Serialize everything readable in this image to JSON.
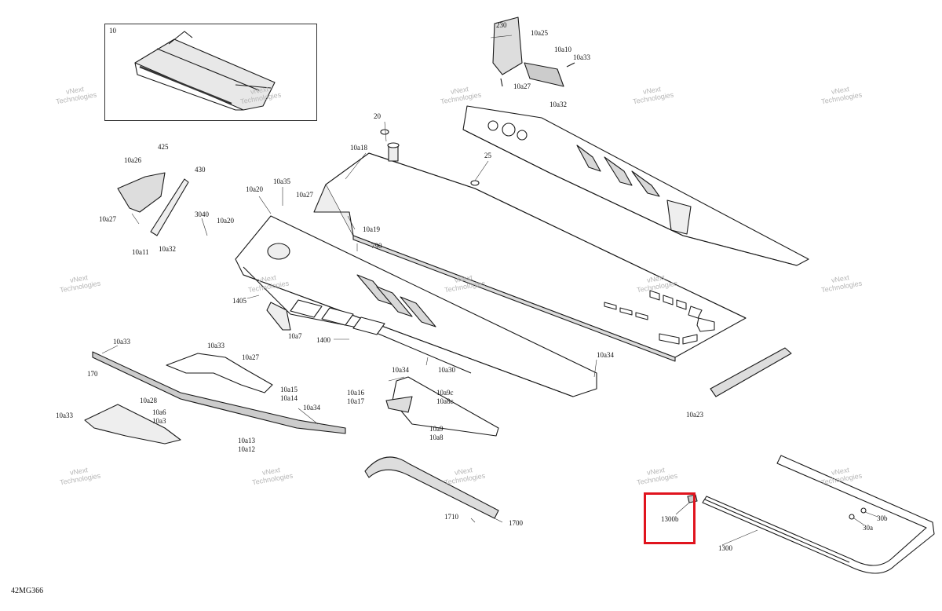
{
  "diagram": {
    "code": "42MG366",
    "watermark": {
      "line1": "vNext",
      "line2": "Technologies"
    },
    "callouts": {
      "c10": "10",
      "c230": "230",
      "c10a25": "10a25",
      "c10a10": "10a10",
      "c10a33_top": "10a33",
      "c10a27_top": "10a27",
      "c10a32_top": "10a32",
      "c20": "20",
      "c10a18": "10a18",
      "c25": "25",
      "c425": "425",
      "c10a26": "10a26",
      "c430": "430",
      "c10a27_left": "10a27",
      "c10a11": "10a11",
      "c10a32_left": "10a32",
      "c3040": "3040",
      "c10a20_a": "10a20",
      "c10a20_b": "10a20",
      "c10a35": "10a35",
      "c10a27_mid": "10a27",
      "c10a19": "10a19",
      "c790": "790",
      "c1405": "1405",
      "c10a7": "10a7",
      "c1400": "1400",
      "c10a33_left": "10a33",
      "c10a33_mid": "10a33",
      "c10a27_low": "10a27",
      "c170": "170",
      "c10a28": "10a28",
      "c10a6": "10a6",
      "c10a3": "10a3",
      "c10a33_far": "10a33",
      "c10a15": "10a15",
      "c10a14": "10a14",
      "c10a34_low": "10a34",
      "c10a13": "10a13",
      "c10a12": "10a12",
      "c10a34_mid": "10a34",
      "c10a30": "10a30",
      "c10a16": "10a16",
      "c10a17": "10a17",
      "c10a9c": "10a9c",
      "c10a8c": "10a8c",
      "c10a9": "10a9",
      "c10a8": "10a8",
      "c10a34_right": "10a34",
      "c10a23": "10a23",
      "c1710": "1710",
      "c1700": "1700",
      "c1300b": "1300b",
      "c30b": "30b",
      "c30a": "30a",
      "c1300": "1300"
    },
    "highlight_color": "#e0141e"
  }
}
